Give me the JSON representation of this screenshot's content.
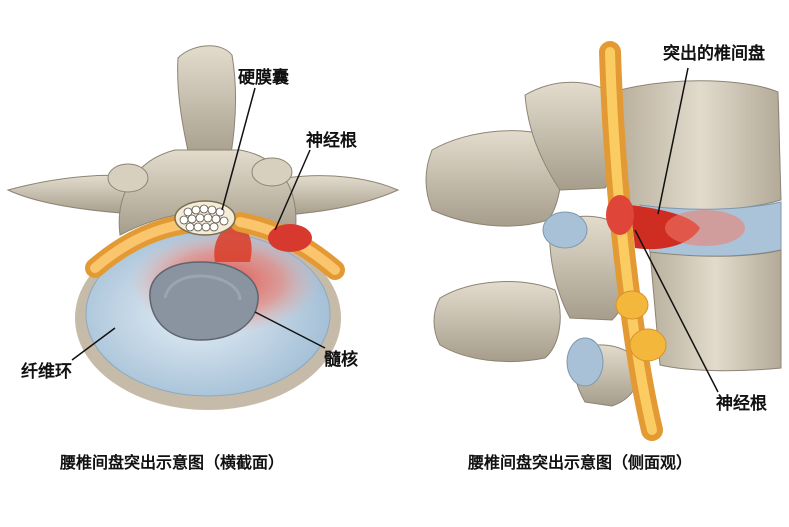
{
  "labels": {
    "dural_sac": "硬膜囊",
    "nerve_root_left": "神经根",
    "fibrous_ring": "纤维环",
    "nucleus": "髓核",
    "herniated_disc": "突出的椎间盘",
    "nerve_root_right": "神经根"
  },
  "captions": {
    "left": "腰椎间盘突出示意图（横截面）",
    "right": "腰椎间盘突出示意图（侧面观）"
  }
}
